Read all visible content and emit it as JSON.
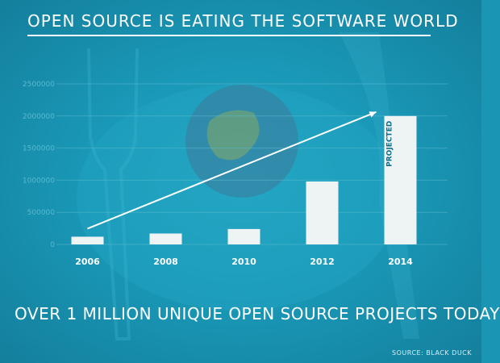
{
  "header": {
    "title": "OPEN SOURCE IS EATING THE SOFTWARE WORLD"
  },
  "footer": {
    "headline": "OVER 1 MILLION UNIQUE OPEN SOURCE PROJECTS TODAY",
    "source": "SOURCE: BLACK DUCK"
  },
  "colors": {
    "background": "#1a95b4",
    "bar": "#eef3f4",
    "axis": "#5ab9d0",
    "text": "#ffffff"
  },
  "chart_data": {
    "type": "bar",
    "title": "",
    "xlabel": "",
    "ylabel": "",
    "categories": [
      "2006",
      "2008",
      "2010",
      "2012",
      "2014"
    ],
    "values": [
      120000,
      170000,
      240000,
      980000,
      2000000
    ],
    "y_ticks": [
      "0",
      "500000",
      "1000000",
      "1500000",
      "2000000",
      "2500000"
    ],
    "ylim": [
      0,
      2500000
    ],
    "grid": true,
    "annotations": [
      {
        "text": "PROJECTED",
        "category": "2014"
      }
    ],
    "trend_arrow": {
      "from": "2006",
      "to": "2014"
    }
  }
}
